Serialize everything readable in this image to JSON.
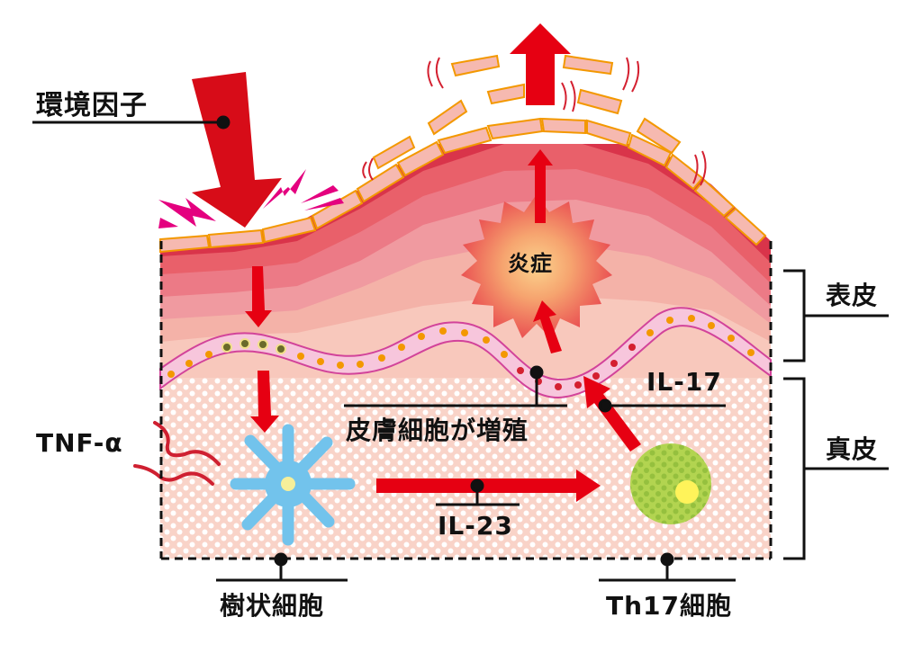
{
  "diagram": {
    "subject": "Psoriasis pathogenesis skin cross-section",
    "labels": {
      "environmental_factor": "環境因子",
      "inflammation": "炎症",
      "epidermis": "表皮",
      "dermis": "真皮",
      "il17": "IL-17",
      "keratinocyte_proliferation": "皮膚細胞が増殖",
      "tnf_alpha": "TNF-α",
      "il23": "IL-23",
      "dendritic_cell": "樹状細胞",
      "th17_cell": "Th17細胞"
    },
    "colors": {
      "arrow_red": "#e60012",
      "lightning_magenta": "#e4007f",
      "scale_fill": "#f6b9b0",
      "scale_stroke": "#f39800",
      "epidermis_top": "#d9344a",
      "epidermis_mid": "#ec7a86",
      "epidermis_low": "#f4b2a8",
      "basal_cell_fill": "#f7c6dc",
      "basal_cell_stroke": "#d2439a",
      "dermis_fill": "#f9d3c8",
      "dendritic_cell": "#72c3ec",
      "th17_cell": "#b2d450",
      "nucleus_yellow": "#fff35a",
      "cytokine_wave": "#cf2031"
    },
    "flow": [
      {
        "from": "環境因子",
        "to": "皮膚"
      },
      {
        "from": "皮膚",
        "to": "樹状細胞"
      },
      {
        "from": "樹状細胞",
        "to": "Th17細胞",
        "via": "IL-23"
      },
      {
        "from": "Th17細胞",
        "to": "皮膚細胞が増殖",
        "via": "IL-17"
      },
      {
        "from": "皮膚細胞が増殖",
        "to": "炎症"
      }
    ]
  }
}
